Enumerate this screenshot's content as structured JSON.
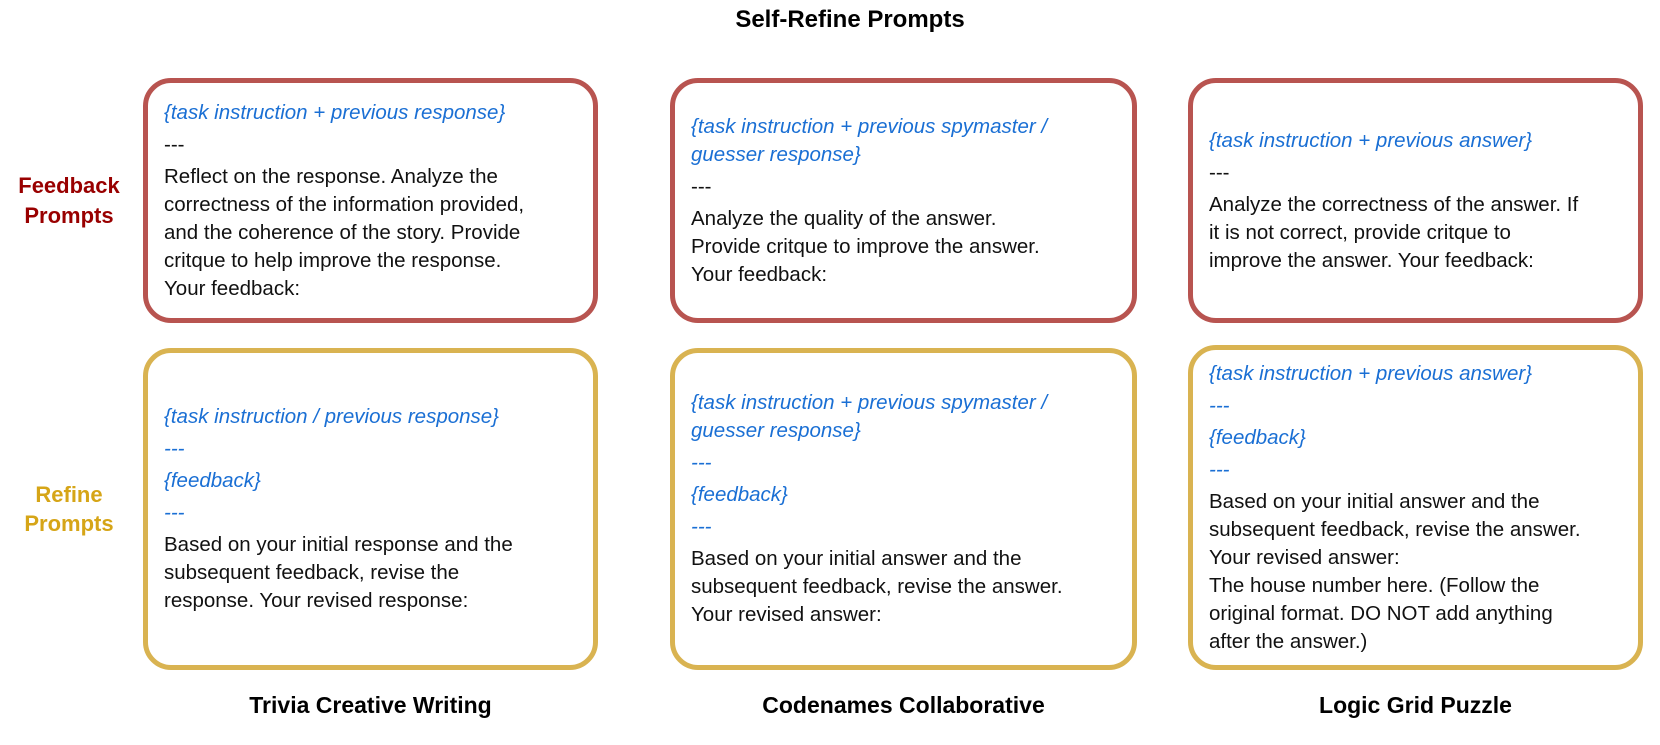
{
  "title": "Self-Refine Prompts",
  "colors": {
    "feedback_border": "#B85450",
    "feedback_label": "#990000",
    "refine_border": "#D9B351",
    "refine_label": "#D6A517",
    "placeholder_blue": "#1A6FD4",
    "body_text": "#111111"
  },
  "row_labels": [
    {
      "id": "feedback",
      "text": "Feedback\nPrompts"
    },
    {
      "id": "refine",
      "text": "Refine\nPrompts"
    }
  ],
  "columns": [
    "Trivia Creative Writing",
    "Codenames Collaborative",
    "Logic Grid Puzzle"
  ],
  "boxes": [
    {
      "row": "feedback",
      "column": "Trivia Creative Writing",
      "segments": [
        {
          "color": "blue",
          "text": "{task instruction + previous response}"
        },
        {
          "color": "black",
          "text": "---"
        },
        {
          "color": "black",
          "text": "Reflect on the response. Analyze the\ncorrectness of the information provided,\nand the coherence of the story. Provide\ncritque to help improve the response.\nYour feedback:"
        }
      ]
    },
    {
      "row": "feedback",
      "column": "Codenames Collaborative",
      "segments": [
        {
          "color": "blue",
          "text": "{task instruction + previous spymaster /\nguesser response}"
        },
        {
          "color": "black",
          "text": "---"
        },
        {
          "color": "black",
          "text": "Analyze the quality of the answer.\nProvide critque to improve the answer.\nYour feedback:"
        }
      ]
    },
    {
      "row": "feedback",
      "column": "Logic Grid Puzzle",
      "segments": [
        {
          "color": "blue",
          "text": "{task instruction + previous answer}"
        },
        {
          "color": "black",
          "text": "---"
        },
        {
          "color": "black",
          "text": "Analyze the correctness of the answer. If\nit is not correct, provide critque to\nimprove the answer. Your feedback:"
        }
      ]
    },
    {
      "row": "refine",
      "column": "Trivia Creative Writing",
      "segments": [
        {
          "color": "blue",
          "text": "{task instruction / previous response}"
        },
        {
          "color": "blue",
          "text": "---"
        },
        {
          "color": "blue",
          "text": "{feedback}"
        },
        {
          "color": "blue",
          "text": "---"
        },
        {
          "color": "black",
          "text": "Based on your initial response and the\nsubsequent feedback, revise the\nresponse. Your revised response:"
        }
      ]
    },
    {
      "row": "refine",
      "column": "Codenames Collaborative",
      "segments": [
        {
          "color": "blue",
          "text": "{task instruction + previous spymaster /\nguesser response}"
        },
        {
          "color": "blue",
          "text": "---"
        },
        {
          "color": "blue",
          "text": "{feedback}"
        },
        {
          "color": "blue",
          "text": "---"
        },
        {
          "color": "black",
          "text": "Based on your initial answer and the\nsubsequent feedback, revise the answer.\nYour revised answer:"
        }
      ]
    },
    {
      "row": "refine",
      "column": "Logic Grid Puzzle",
      "segments": [
        {
          "color": "blue",
          "text": "{task instruction + previous answer}"
        },
        {
          "color": "blue",
          "text": "---"
        },
        {
          "color": "blue",
          "text": "{feedback}"
        },
        {
          "color": "blue",
          "text": "---"
        },
        {
          "color": "black",
          "text": "Based on your initial answer and the\nsubsequent feedback, revise the answer.\nYour revised answer:\nThe house number here. (Follow the\noriginal format. DO NOT add anything\nafter the answer.)"
        }
      ]
    }
  ]
}
